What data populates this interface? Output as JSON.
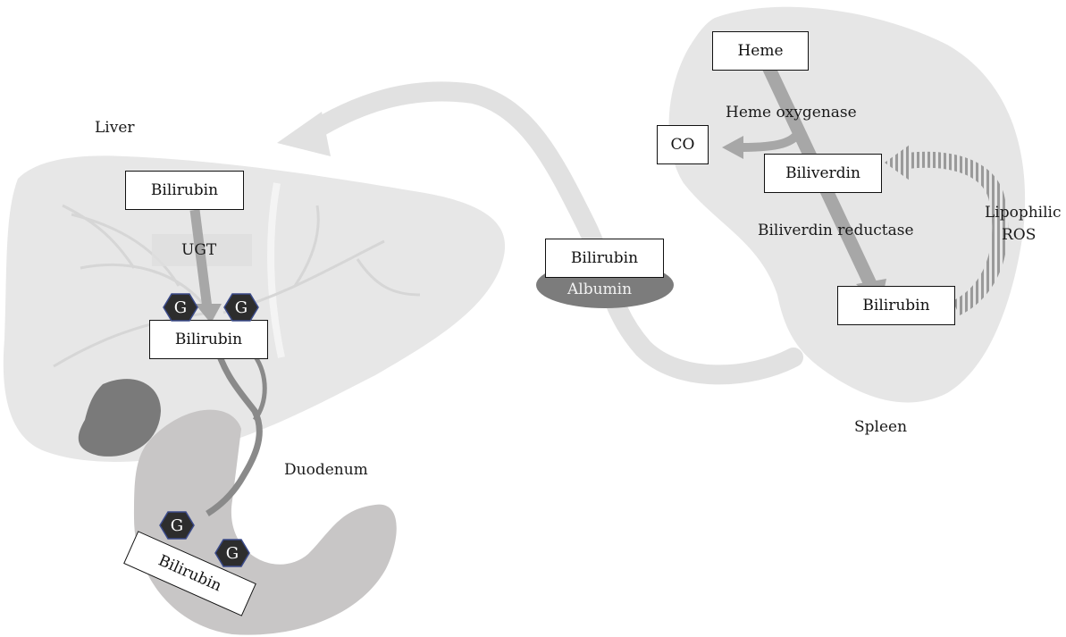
{
  "labels": {
    "liver": "Liver",
    "spleen": "Spleen",
    "duodenum": "Duodenum",
    "heme_oxygenase": "Heme oxygenase",
    "biliverdin_reductase": "Biliverdin reductase",
    "lipophilic": "Lipophilic",
    "ros": "ROS",
    "ugt": "UGT",
    "albumin": "Albumin"
  },
  "boxes": {
    "heme": "Heme",
    "co": "CO",
    "biliverdin": "Biliverdin",
    "bilirubin_spleen": "Bilirubin",
    "bilirubin_albumin": "Bilirubin",
    "bilirubin_liver_top": "Bilirubin",
    "bilirubin_liver_conj": "Bilirubin",
    "bilirubin_duodenum": "Bilirubin"
  },
  "glucuronide": "G",
  "colors": {
    "organ_gray": "#e6e6e6",
    "path_arrow": "#a7a7a7",
    "duodenum": "#c8c6c6",
    "albumin": "#7c7c7c",
    "badge": "#2d2d2d",
    "badge_outline": "#3a4a8a"
  }
}
